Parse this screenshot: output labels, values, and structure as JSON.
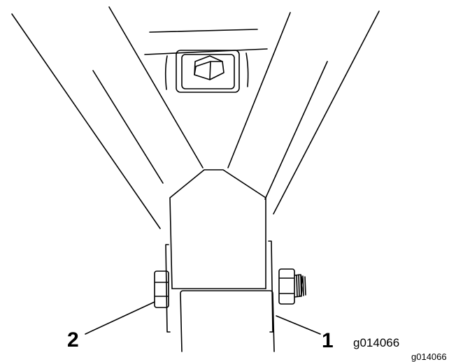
{
  "callouts": [
    {
      "id": "1",
      "label": "1"
    },
    {
      "id": "2",
      "label": "2"
    }
  ],
  "figure_id": "g014066",
  "figure_id_corner": "g014066",
  "colors": {
    "line": "#000000",
    "background": "#ffffff"
  }
}
